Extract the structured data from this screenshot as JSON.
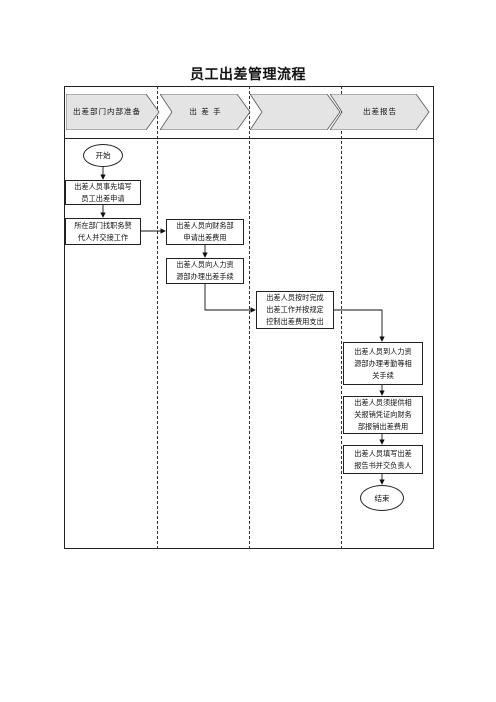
{
  "title": "员工出差管理流程",
  "phases": [
    "出差部门内部准备",
    "出 差 手",
    "",
    "出差报告"
  ],
  "nodes": {
    "start": "开始",
    "step1": "出差人员事先填写\n员工出差申请",
    "step2": "所在部门找职务赘\n代人并交接工作",
    "step3": "出差人员向财务部\n申请出差费用",
    "step4": "出差人员向人力资\n源部办理出差手续",
    "step5": "出差人员按时完成\n出差工作并按规定\n控制出差费用支出",
    "step6": "出差人员到人力资\n源部办理考勤等相\n关手续",
    "step7": "出差人员须提供相\n关报销凭证向财务\n部报销出差费用",
    "step8": "出差人员填写出差\n报告书并交负责人",
    "end": "结束"
  }
}
